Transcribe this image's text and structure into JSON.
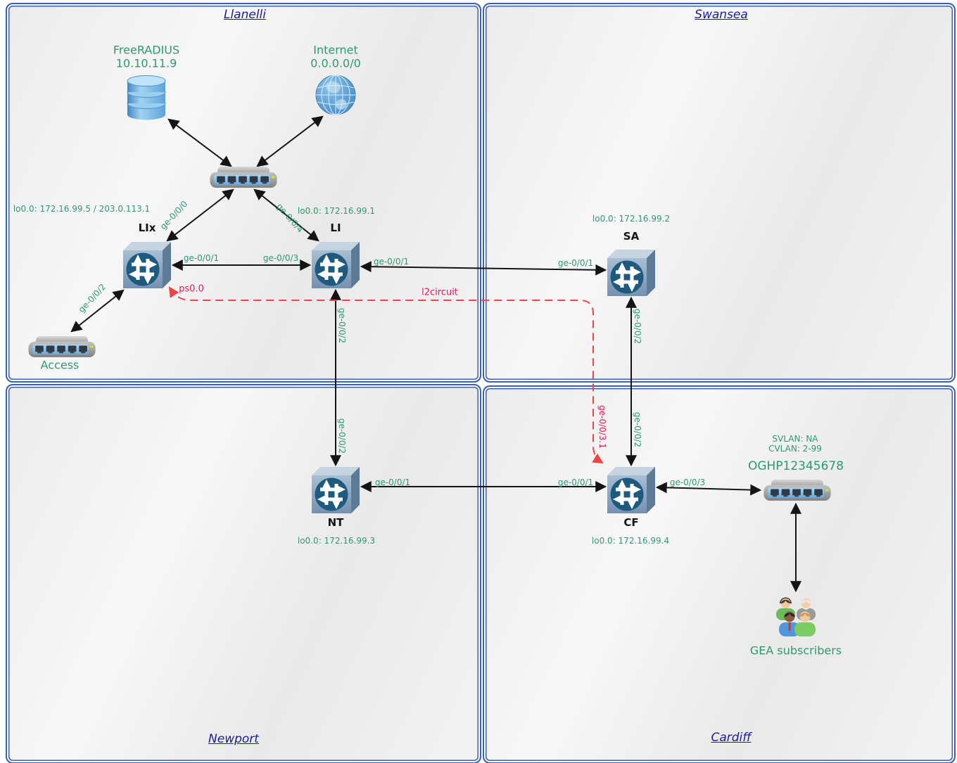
{
  "regions": {
    "llanelli": {
      "title": "Llanelli"
    },
    "swansea": {
      "title": "Swansea"
    },
    "newport": {
      "title": "Newport"
    },
    "cardiff": {
      "title": "Cardiff"
    }
  },
  "nodes": {
    "freeradius": {
      "name": "FreeRADIUS",
      "address": "10.10.11.9"
    },
    "internet": {
      "name": "Internet",
      "address": "0.0.0.0/0"
    },
    "lix": {
      "name": "LIx",
      "loopback": "lo0.0: 172.16.99.5 / 203.0.113.1"
    },
    "li": {
      "name": "LI",
      "loopback": "lo0.0: 172.16.99.1"
    },
    "sa": {
      "name": "SA",
      "loopback": "lo0.0: 172.16.99.2"
    },
    "nt": {
      "name": "NT",
      "loopback": "lo0.0: 172.16.99.3"
    },
    "cf": {
      "name": "CF",
      "loopback": "lo0.0: 172.16.99.4"
    },
    "access_switch": {
      "name": "Access"
    },
    "oghp_switch": {
      "name": "OGHP12345678",
      "svlan": "SVLAN: NA",
      "cvlan": "CVLAN: 2-99"
    },
    "gea_subscribers": {
      "name": "GEA subscribers"
    }
  },
  "interfaces": {
    "ge_0_0_0": "ge-0/0/0",
    "ge_0_0_1": "ge-0/0/1",
    "ge_0_0_2": "ge-0/0/2",
    "ge_0_0_3": "ge-0/0/3",
    "ge_0_0_4": "ge-0/0/4",
    "ge_0_0_3_1": "ge-0/0/3.1",
    "ps0_0": "ps0.0"
  },
  "overlay": {
    "l2circuit_label": "l2circuit"
  },
  "icons": {
    "database-icon": "stacked-blue-cylinders",
    "globe-icon": "blue-wireframe-globe",
    "switch-icon": "ethernet-switch-5-ports",
    "router-icon": "juniper-router-cross-arrows",
    "people-icon": "subscriber-user-group"
  },
  "colors": {
    "panel_border": "#3b60ae",
    "title_navy": "#1b1b9c",
    "iface_green": "#2e9a6c",
    "red_label": "#e2174d",
    "l2_red": "#ef4444",
    "link_black": "#141414"
  }
}
